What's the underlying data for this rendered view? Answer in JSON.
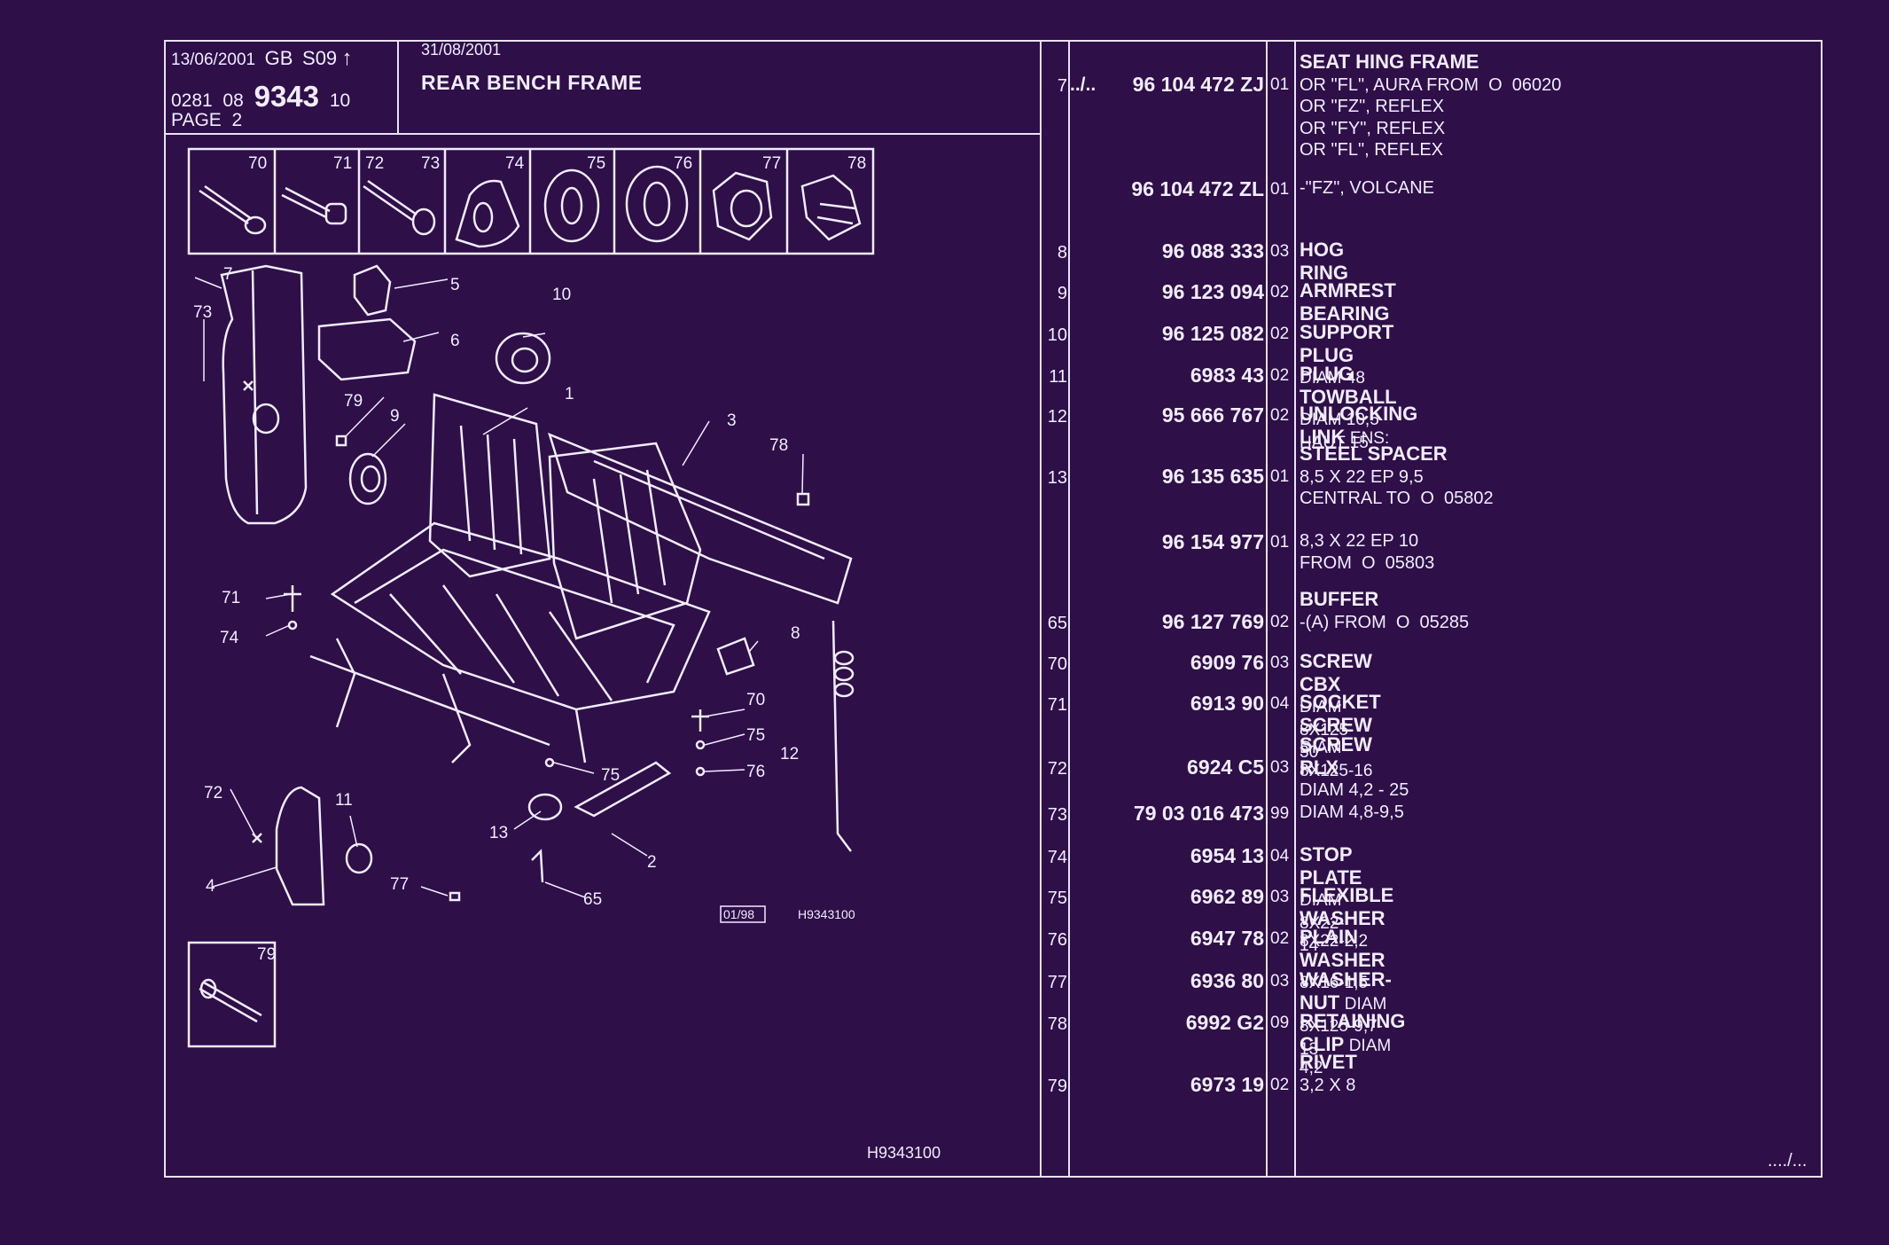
{
  "header": {
    "date": "13/06/2001",
    "country": "GB",
    "series": "S09",
    "arrow": "↑",
    "code_prefix": "0281  08",
    "plate_number": "9343",
    "code_suffix": "10",
    "page": "PAGE  2",
    "plate_date": "31/08/2001",
    "title": "REAR BENCH FRAME"
  },
  "figure": {
    "reference": "H9343100",
    "inset_date": "01/98",
    "inset_reference": "H9343100",
    "small_parts": [
      "70",
      "71",
      "72",
      "73",
      "74",
      "75",
      "76",
      "77",
      "78"
    ],
    "rivet_box": "79",
    "callouts": [
      "7",
      "5",
      "73",
      "6",
      "10",
      "79",
      "1",
      "9",
      "3",
      "78",
      "71",
      "74",
      "8",
      "70",
      "75",
      "76",
      "12",
      "72",
      "11",
      "75",
      "13",
      "2",
      "4",
      "77",
      "65"
    ]
  },
  "continued": "..../...",
  "rows": [
    {
      "num": "7",
      "prefix": "../..",
      "ref": "96 104 472 ZJ",
      "qty": "01",
      "name": "SEAT HING FRAME",
      "detail": [
        "OR \"FL\", AURA FROM  O  06020",
        "OR \"FZ\", REFLEX",
        "OR \"FY\", REFLEX",
        "OR \"FL\", REFLEX"
      ]
    },
    {
      "num": "",
      "prefix": "",
      "ref": "96 104 472 ZL",
      "qty": "01",
      "name": "",
      "detail": [
        "-\"FZ\", VOLCANE"
      ]
    },
    {
      "num": "8",
      "prefix": "",
      "ref": "96 088 333",
      "qty": "03",
      "name": "HOG RING",
      "detail": []
    },
    {
      "num": "9",
      "prefix": "",
      "ref": "96 123 094",
      "qty": "02",
      "name": "ARMREST BEARING",
      "detail": []
    },
    {
      "num": "10",
      "prefix": "",
      "ref": "96 125 082",
      "qty": "02",
      "name": "SUPPORT PLUG",
      "inline": "DIAM 48",
      "detail": []
    },
    {
      "num": "11",
      "prefix": "",
      "ref": "6983 43",
      "qty": "02",
      "name": "PLUG TOWBALL",
      "inline": "DIAM 10,5 HAUT 15",
      "detail": []
    },
    {
      "num": "12",
      "prefix": "",
      "ref": "95 666 767",
      "qty": "02",
      "name": "UNLOCKING LINK",
      "inline": "ENS:",
      "detail": []
    },
    {
      "num": "13",
      "prefix": "",
      "ref": "96 135 635",
      "qty": "01",
      "name": "STEEL SPACER",
      "detail": [
        "8,5 X 22 EP 9,5",
        "CENTRAL TO  O  05802"
      ]
    },
    {
      "num": "",
      "prefix": "",
      "ref": "96 154 977",
      "qty": "01",
      "name": "",
      "detail": [
        "8,3 X 22 EP 10",
        "FROM  O  05803"
      ]
    },
    {
      "num": "65",
      "prefix": "",
      "ref": "96 127 769",
      "qty": "02",
      "name": "BUFFER",
      "detail": [
        "-(A) FROM  O  05285"
      ]
    },
    {
      "num": "70",
      "prefix": "",
      "ref": "6909 76",
      "qty": "03",
      "name": "SCREW CBX",
      "inline": "DIAM 8X125-30",
      "detail": []
    },
    {
      "num": "71",
      "prefix": "",
      "ref": "6913 90",
      "qty": "04",
      "name": "SOCKET SCREW",
      "inline": "DIAM 8X125-16",
      "detail": []
    },
    {
      "num": "72",
      "prefix": "",
      "ref": "6924 C5",
      "qty": "03",
      "name": "SCREW RLX",
      "detail": [
        "DIAM 4,2 - 25"
      ]
    },
    {
      "num": "73",
      "prefix": "",
      "ref": "79 03 016 473",
      "qty": "99",
      "name": "",
      "detail": [
        "DIAM 4,8-9,5"
      ]
    },
    {
      "num": "74",
      "prefix": "",
      "ref": "6954 13",
      "qty": "04",
      "name": "STOP PLATE",
      "inline": "DIAM 8X22-14",
      "detail": []
    },
    {
      "num": "75",
      "prefix": "",
      "ref": "6962 89",
      "qty": "03",
      "name": "FLEXIBLE WASHER",
      "inline": "8X22-2,2",
      "detail": []
    },
    {
      "num": "76",
      "prefix": "",
      "ref": "6947 78",
      "qty": "02",
      "name": "PLAIN WASHER",
      "inline": "8X16-1,5",
      "detail": []
    },
    {
      "num": "77",
      "prefix": "",
      "ref": "6936 80",
      "qty": "03",
      "name": "WASHER-NUT",
      "inline": "DIAM 8X125-9,7-13",
      "detail": []
    },
    {
      "num": "78",
      "prefix": "",
      "ref": "6992 G2",
      "qty": "09",
      "name": "RETAINING CLIP",
      "inline": "DIAM 4,2",
      "detail": []
    },
    {
      "num": "79",
      "prefix": "",
      "ref": "6973 19",
      "qty": "02",
      "name": "RIVET",
      "detail": [
        "3,2 X 8"
      ]
    }
  ]
}
